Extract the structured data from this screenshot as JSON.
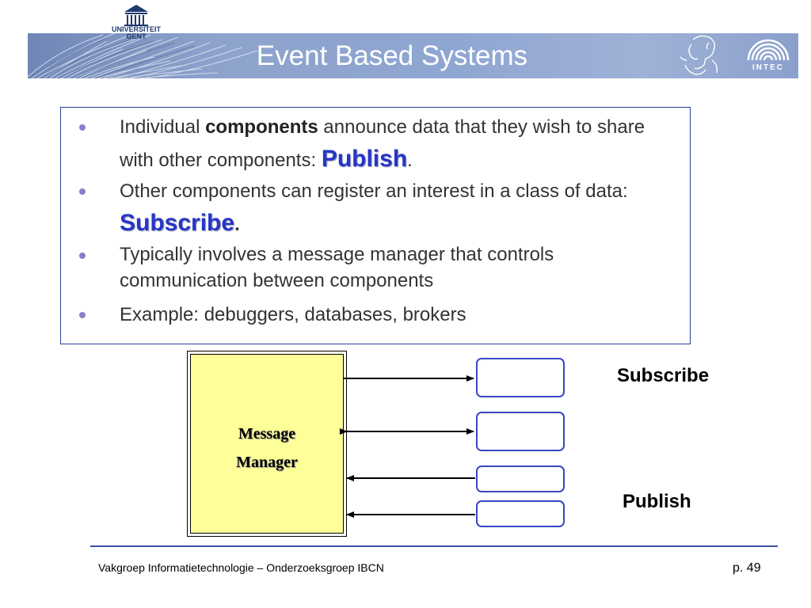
{
  "header": {
    "title": "Event Based Systems",
    "university_logo": "Universiteit Gent logo",
    "university_text_line1": "UNIVERSITEIT",
    "university_text_line2": "GENT",
    "intec_logo": "INTEC logo",
    "intec_text": "INTEC",
    "pallas_logo": "Pallas Athena drawing"
  },
  "bullets": [
    {
      "pre": "Individual ",
      "bold": "components",
      "mid": " announce data that they wish to share with other components:  ",
      "keyword": "Publish",
      "post": "."
    },
    {
      "pre": "Other components can register an interest in a class of data: ",
      "keyword": "Subscribe",
      "post": "."
    },
    {
      "text": "Typically involves a message manager that controls communication between components"
    },
    {
      "text": "Example: debuggers, databases, brokers"
    }
  ],
  "diagram": {
    "manager_line1": "Message",
    "manager_line2": "Manager",
    "subscribe_label": "Subscribe",
    "publish_label": "Publish",
    "arrow_color": "#000000",
    "box_border_color": "#3947c2",
    "manager_fill": "#ffff99"
  },
  "footer": {
    "left": "Vakgroep Informatietechnologie – Onderzoeksgroep IBCN",
    "page": "p. 49"
  },
  "colors": {
    "banner": "#8ea3cc",
    "keyword": "#2736c6",
    "bullet_dot": "#8d7cc9",
    "rule": "#3c4fa8"
  }
}
